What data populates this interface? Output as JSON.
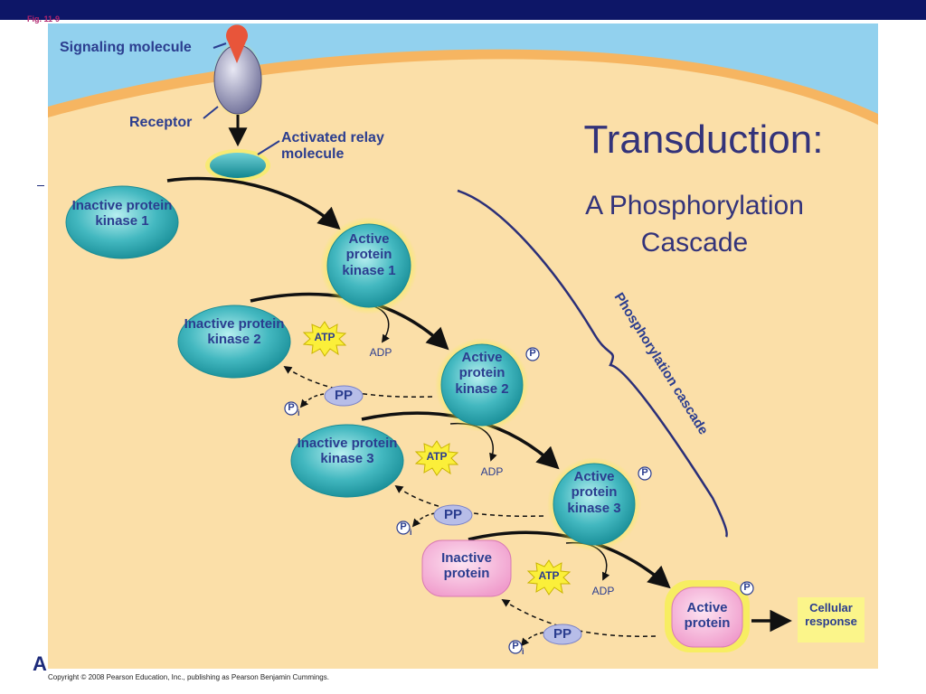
{
  "header": {
    "fig_label": "Fig. 11-9",
    "left_fragment": "A"
  },
  "title": "Transduction:",
  "subtitle": "A Phosphorylation Cascade",
  "labels": {
    "signaling_molecule": "Signaling molecule",
    "receptor": "Receptor",
    "activated_relay": "Activated relay molecule",
    "phosphorylation_cascade": "Phosphorylation cascade",
    "cellular_response": "Cellular response"
  },
  "kinases": [
    {
      "inactive": "Inactive protein kinase 1",
      "active": "Active protein kinase 1"
    },
    {
      "inactive": "Inactive protein kinase 2",
      "active": "Active protein kinase 2"
    },
    {
      "inactive": "Inactive protein kinase 3",
      "active": "Active protein kinase 3"
    }
  ],
  "protein": {
    "inactive": "Inactive protein",
    "active": "Active protein"
  },
  "molecules": {
    "atp": "ATP",
    "adp": "ADP",
    "pp": "PP",
    "p": "P",
    "pi": "P",
    "pi_sub": "i"
  },
  "colors": {
    "cytoplasm": "#fbdfa8",
    "membrane": "#f6b561",
    "extracellular": "#92d1ee",
    "kinase": "#3ab1b9",
    "active_glow": "#f5f24b",
    "inactive_protein": "#f6b3d8",
    "atp_burst": "#fbef3a",
    "text": "#2b3d8f"
  },
  "copyright": "Copyright © 2008 Pearson Education, Inc., publishing as Pearson Benjamin Cummings."
}
